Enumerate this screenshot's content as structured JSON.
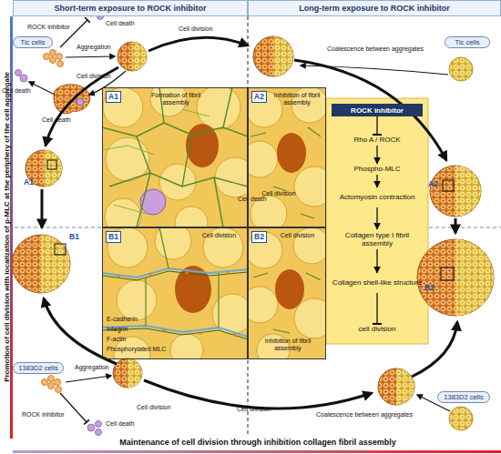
{
  "diagram": {
    "nodes": [
      {
        "text": [
          "Short-term exposure to ROCK inhibitor"
        ]
      },
      {
        "text": [
          "Long-term exposure to ROCK inhibitor"
        ]
      },
      {
        "text": [
          "Tic cells"
        ]
      },
      {
        "text": [
          "Tic cells"
        ]
      },
      {
        "text": [
          "A1",
          "Formation of fibril assembly",
          "Cell death"
        ]
      },
      {
        "text": [
          "A2",
          "Inhibition of fibril assembly",
          "Cell division"
        ]
      },
      {
        "text": [
          "ROCK inhibitor"
        ]
      },
      {
        "text": [
          "Rho A / ROCK"
        ]
      },
      {
        "text": [
          "Phospho-MLC"
        ]
      },
      {
        "text": [
          "Actomyosin contraction"
        ]
      },
      {
        "text": [
          "Collagen type I fibril assembly"
        ]
      },
      {
        "text": [
          "Collagen shell-like structure"
        ]
      },
      {
        "text": [
          "cell division"
        ]
      },
      {
        "text": [
          "B1",
          "Cell division",
          "E-cadherin",
          "Integrin",
          "F-actin",
          "Phosphorylated MLC"
        ]
      },
      {
        "text": [
          "B2",
          "Cell division",
          "Inhibition of fibril assembly"
        ]
      },
      {
        "text": [
          "1383D2 cells"
        ]
      },
      {
        "text": [
          "1383D2 cells"
        ]
      }
    ],
    "edges": [
      {
        "from": 6,
        "to": 7,
        "arrow": "to"
      },
      {
        "from": 7,
        "to": 8,
        "arrow": "to"
      },
      {
        "from": 8,
        "to": 9,
        "arrow": "to"
      },
      {
        "from": 9,
        "to": 10,
        "arrow": "to"
      },
      {
        "from": 10,
        "to": 11,
        "arrow": "to"
      },
      {
        "from": 11,
        "to": 12,
        "arrow": "to"
      }
    ],
    "labels": [
      "Promotion of cell division with localization of p-MLC at the periphery of the cell aggregate",
      "ROCK inhibitor",
      "Cell death",
      "Aggregation",
      "Cell division",
      "Cell death",
      "Cell death",
      "Cell division",
      "Coalescence between aggregates",
      "A1",
      "B1",
      "A2",
      "B2",
      "Aggregation",
      "ROCK inhibitor",
      "Cell death",
      "Cell division",
      "Cell division",
      "Coalescence between aggregates",
      "Maintenance of cell division through inhibition collagen fibril assembly"
    ]
  }
}
